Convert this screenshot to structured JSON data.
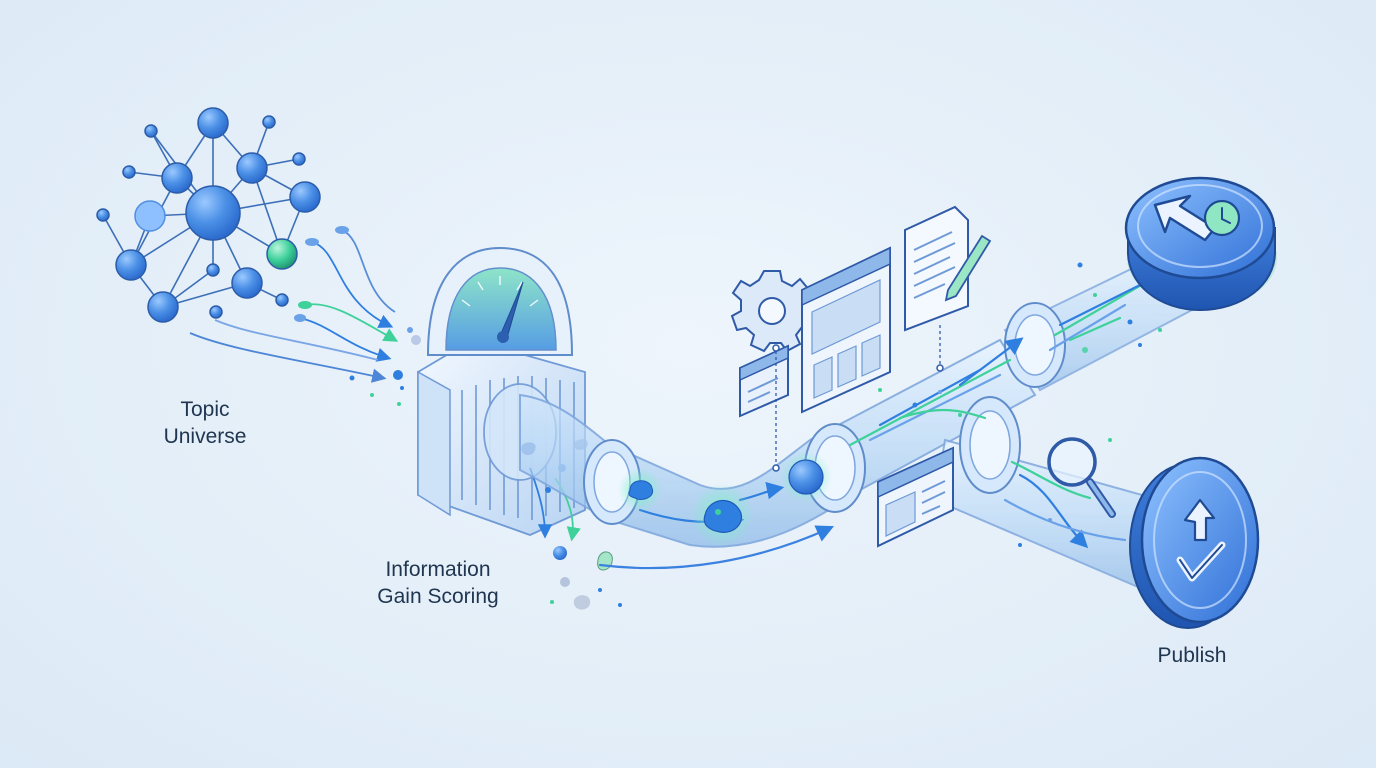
{
  "labels": {
    "topic_universe": [
      "Topic",
      "Universe"
    ],
    "information_gain": [
      "Information",
      "Gain Scoring"
    ],
    "publish": "Publish"
  },
  "colors": {
    "node_blue": "#3b82e0",
    "node_green": "#3ccf9a",
    "pipe": "#a9cdf2",
    "stream_green": "#3fd19a",
    "stream_blue": "#2f7fe0",
    "outline": "#2f5aa8"
  },
  "icons": [
    "network-graph",
    "gauge-filter",
    "pipe",
    "gear-icon",
    "window-icon",
    "document-edit-icon",
    "magnifier-icon",
    "cursor-clock-icon",
    "publish-check-icon"
  ]
}
